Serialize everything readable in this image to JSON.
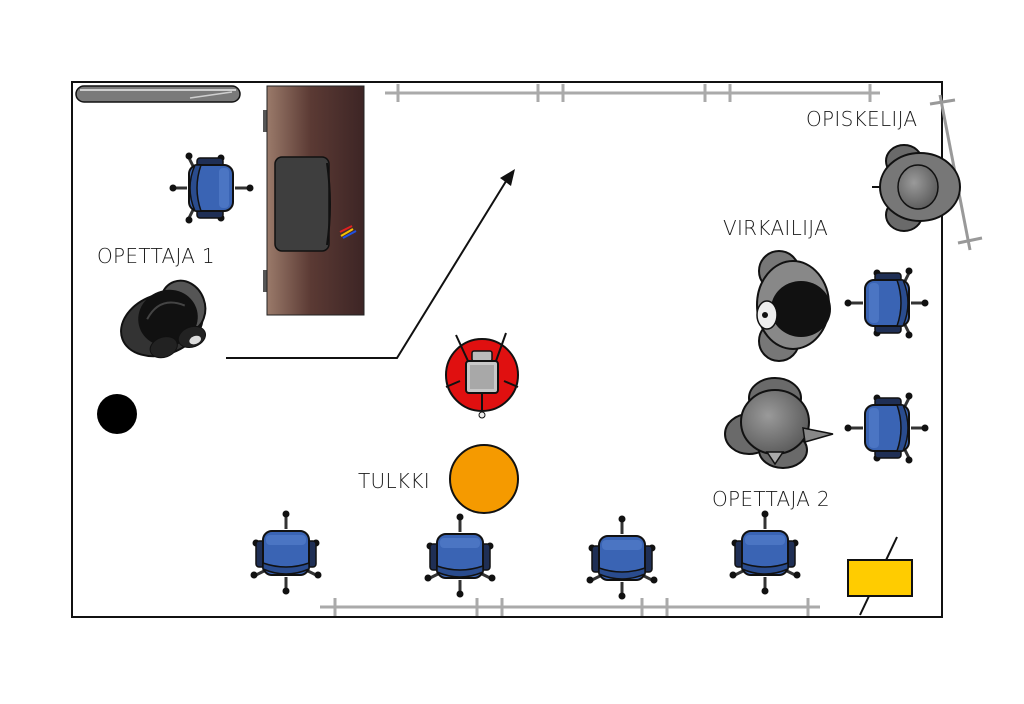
{
  "labels": {
    "opiskelija": "OPISKELIJA",
    "virkailija": "VIRKAILIJA",
    "opettaja1": "OPETTAJA 1",
    "opettaja2": "OPETTAJA 2",
    "tulkki": "TULKKI"
  },
  "colors": {
    "room_border": "#111111",
    "window": "#aaaaaa",
    "chair_seat": "#3a64b4",
    "chair_dark": "#1f2f55",
    "desk_dark": "#3d2525",
    "desk_light": "#8a6a5a",
    "screen": "#3e3e3e",
    "tulkki_marker": "#f59a00",
    "door_marker": "#ffcc00",
    "black_marker": "#000000",
    "camera_red": "#e01010",
    "person_grey": "#7a7a7a",
    "person_dark": "#111111"
  },
  "icons": {
    "chairs": "office-chair-icon",
    "people": "person-topview-icon",
    "camera": "camera-robot-icon",
    "desk": "desk-with-monitor-icon"
  }
}
